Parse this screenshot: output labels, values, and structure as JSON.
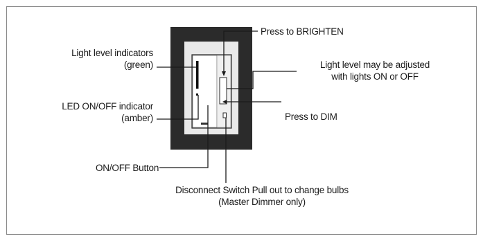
{
  "labels": {
    "light_level_indicators": [
      "Light level indicators",
      "(green)"
    ],
    "led_indicator": [
      "LED ON/OFF indicator",
      "(amber)"
    ],
    "on_off_button": "ON/OFF Button",
    "press_brighten": "Press to BRIGHTEN",
    "light_level_adjust": [
      "Light level may be adjusted",
      "with lights ON or OFF"
    ],
    "press_dim": "Press to DIM",
    "disconnect_switch": [
      "Disconnect Switch Pull out to change bulbs",
      "(Master Dimmer only)"
    ]
  },
  "colors": {
    "wallplate": "#2b2b2b",
    "dimmer_body": "#f2f2f2",
    "leader_line": "#1a1a1a",
    "frame_border": "#8a8a8a"
  }
}
